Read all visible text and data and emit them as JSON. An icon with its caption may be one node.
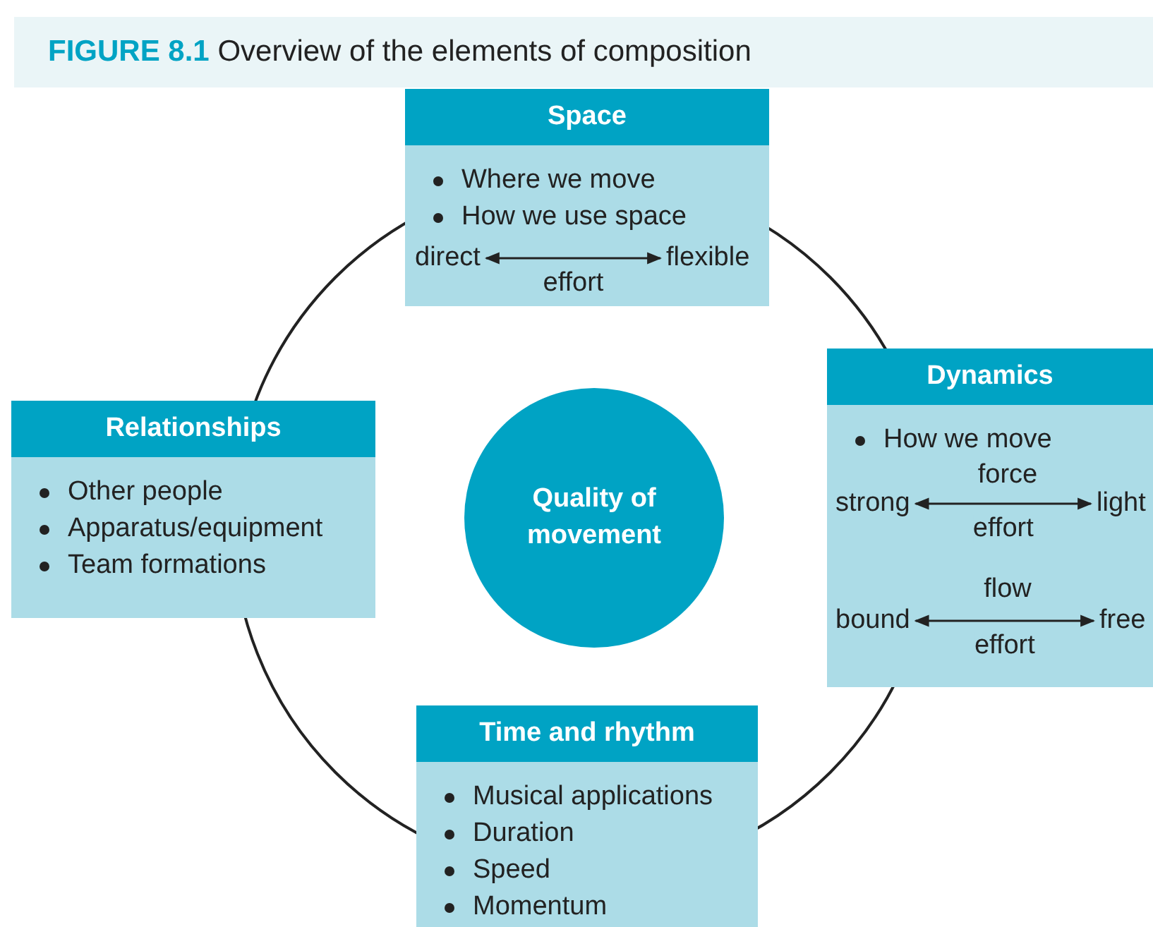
{
  "diagram": {
    "title": "**FIGURE 8.1** Overview of the elements of composition",
    "nodes": [
      {
        "text": [
          "Space",
          "Where we move",
          "How we use space"
        ]
      },
      {
        "text": [
          "direct"
        ],
        "in": 0
      },
      {
        "text": [
          "flexible"
        ],
        "in": 0
      },
      {
        "text": [
          "Dynamics",
          "How we move"
        ]
      },
      {
        "text": [
          "strong"
        ],
        "in": 3
      },
      {
        "text": [
          "light"
        ],
        "in": 3
      },
      {
        "text": [
          "bound"
        ],
        "in": 3
      },
      {
        "text": [
          "free"
        ],
        "in": 3
      },
      {
        "text": [
          "Relationships",
          "Other people",
          "Apparatus/equipment",
          "Team formations"
        ]
      },
      {
        "text": [
          "Quality of movement"
        ]
      },
      {
        "text": [
          "Time and rhythm",
          "Musical applications",
          "Duration",
          "Speed",
          "Momentum"
        ]
      }
    ],
    "edges": [
      {
        "from": 1,
        "to": 2,
        "arrow": "both",
        "label": "effort"
      },
      {
        "from": 4,
        "to": 5,
        "arrow": "both",
        "label": "effort"
      },
      {
        "from": 6,
        "to": 7,
        "arrow": "both",
        "label": "effort"
      }
    ],
    "labels": [
      "force",
      "flow"
    ]
  }
}
